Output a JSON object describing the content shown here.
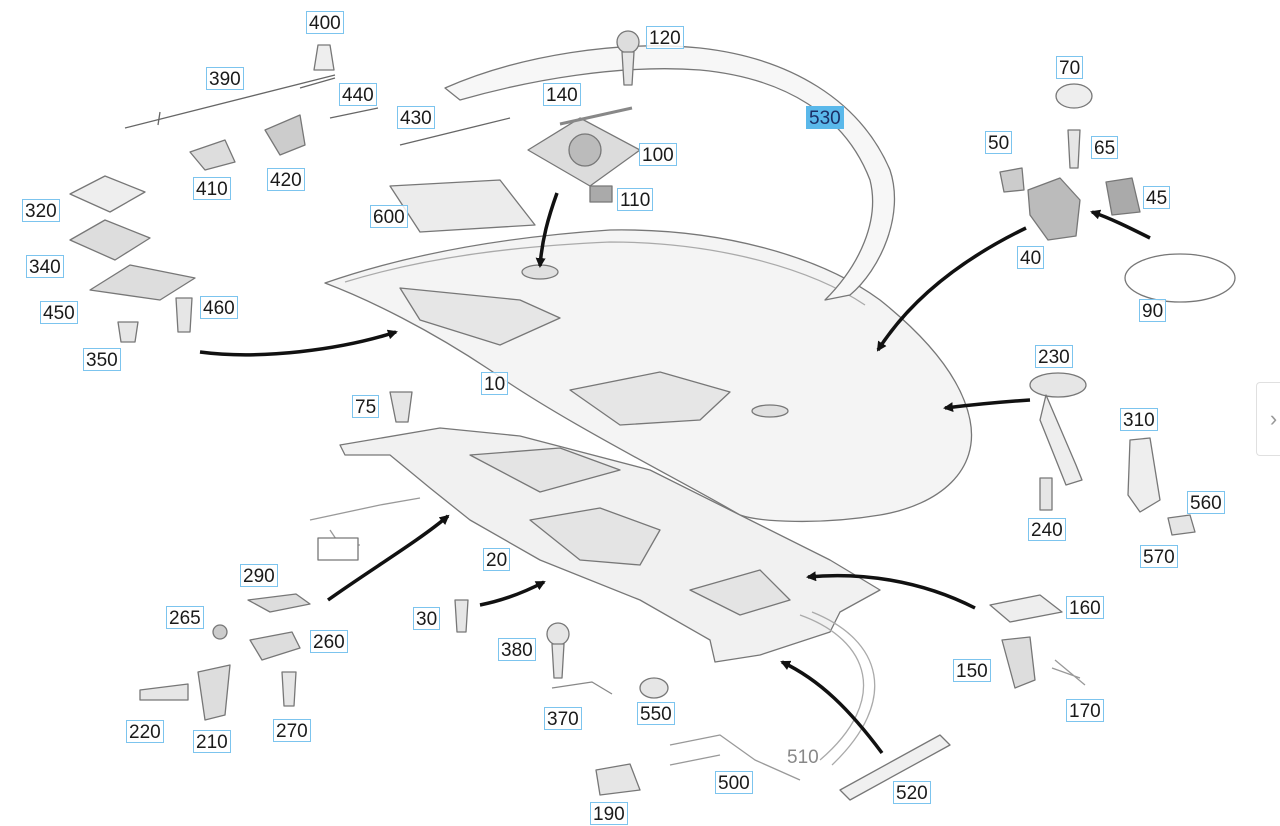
{
  "diagram": {
    "active_part": "530",
    "parts": [
      "10",
      "20",
      "30",
      "40",
      "45",
      "50",
      "65",
      "70",
      "75",
      "90",
      "100",
      "110",
      "120",
      "140",
      "150",
      "160",
      "170",
      "190",
      "210",
      "220",
      "230",
      "240",
      "260",
      "265",
      "270",
      "290",
      "310",
      "320",
      "340",
      "350",
      "370",
      "380",
      "390",
      "400",
      "410",
      "420",
      "430",
      "440",
      "450",
      "460",
      "500",
      "510",
      "520",
      "530",
      "550",
      "560",
      "570",
      "600"
    ]
  },
  "navigation": {
    "next_icon": "chevron-right-icon",
    "next_glyph": "›"
  }
}
